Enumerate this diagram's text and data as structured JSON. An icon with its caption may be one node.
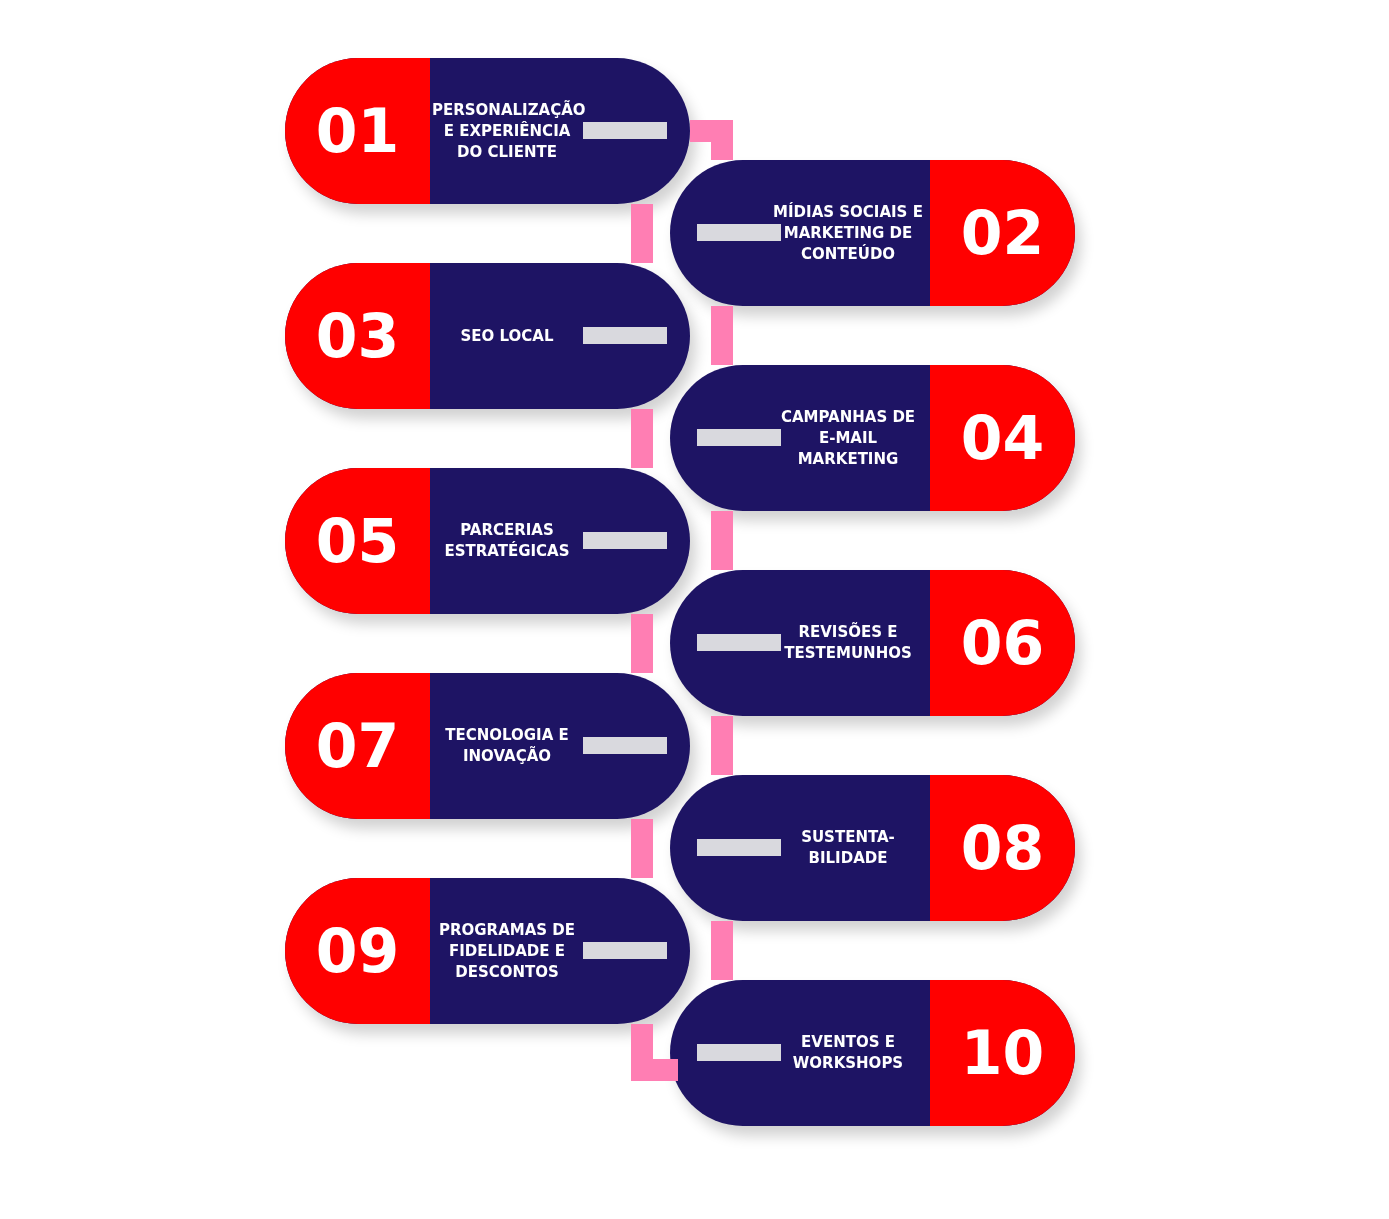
{
  "diagram": {
    "nodes": [
      {
        "text": [
          "01",
          "PERSONALIZAÇÃO E EXPERIÊNCIA DO CLIENTE"
        ]
      },
      {
        "text": [
          "MÍDIAS SOCIAIS E MARKETING DE CONTEÚDO",
          "02"
        ]
      },
      {
        "text": [
          "03",
          "SEO LOCAL"
        ]
      },
      {
        "text": [
          "CAMPANHAS DE E-MAIL MARKETING",
          "04"
        ]
      },
      {
        "text": [
          "05",
          "PARCERIAS ESTRATÉGICAS"
        ]
      },
      {
        "text": [
          "REVISÕES E TESTEMUNHOS",
          "06"
        ]
      },
      {
        "text": [
          "07",
          "TECNOLOGIA E INOVAÇÃO"
        ]
      },
      {
        "text": [
          "SUSTENTA- BILIDADE",
          "08"
        ]
      },
      {
        "text": [
          "09",
          "PROGRAMAS DE FIDELIDADE E DESCONTOS"
        ]
      },
      {
        "text": [
          "EVENTOS E WORKSHOPS",
          "10"
        ]
      }
    ],
    "edges": [
      {
        "from": 0,
        "to": 2,
        "arrow": "none"
      },
      {
        "from": 2,
        "to": 4,
        "arrow": "none"
      },
      {
        "from": 4,
        "to": 6,
        "arrow": "none"
      },
      {
        "from": 6,
        "to": 8,
        "arrow": "none"
      },
      {
        "from": 8,
        "to": 9,
        "arrow": "none"
      },
      {
        "from": 9,
        "to": 7,
        "arrow": "none"
      },
      {
        "from": 7,
        "to": 5,
        "arrow": "none"
      },
      {
        "from": 5,
        "to": 3,
        "arrow": "none"
      },
      {
        "from": 3,
        "to": 1,
        "arrow": "none"
      },
      {
        "from": 1,
        "to": 0,
        "arrow": "none"
      }
    ]
  }
}
